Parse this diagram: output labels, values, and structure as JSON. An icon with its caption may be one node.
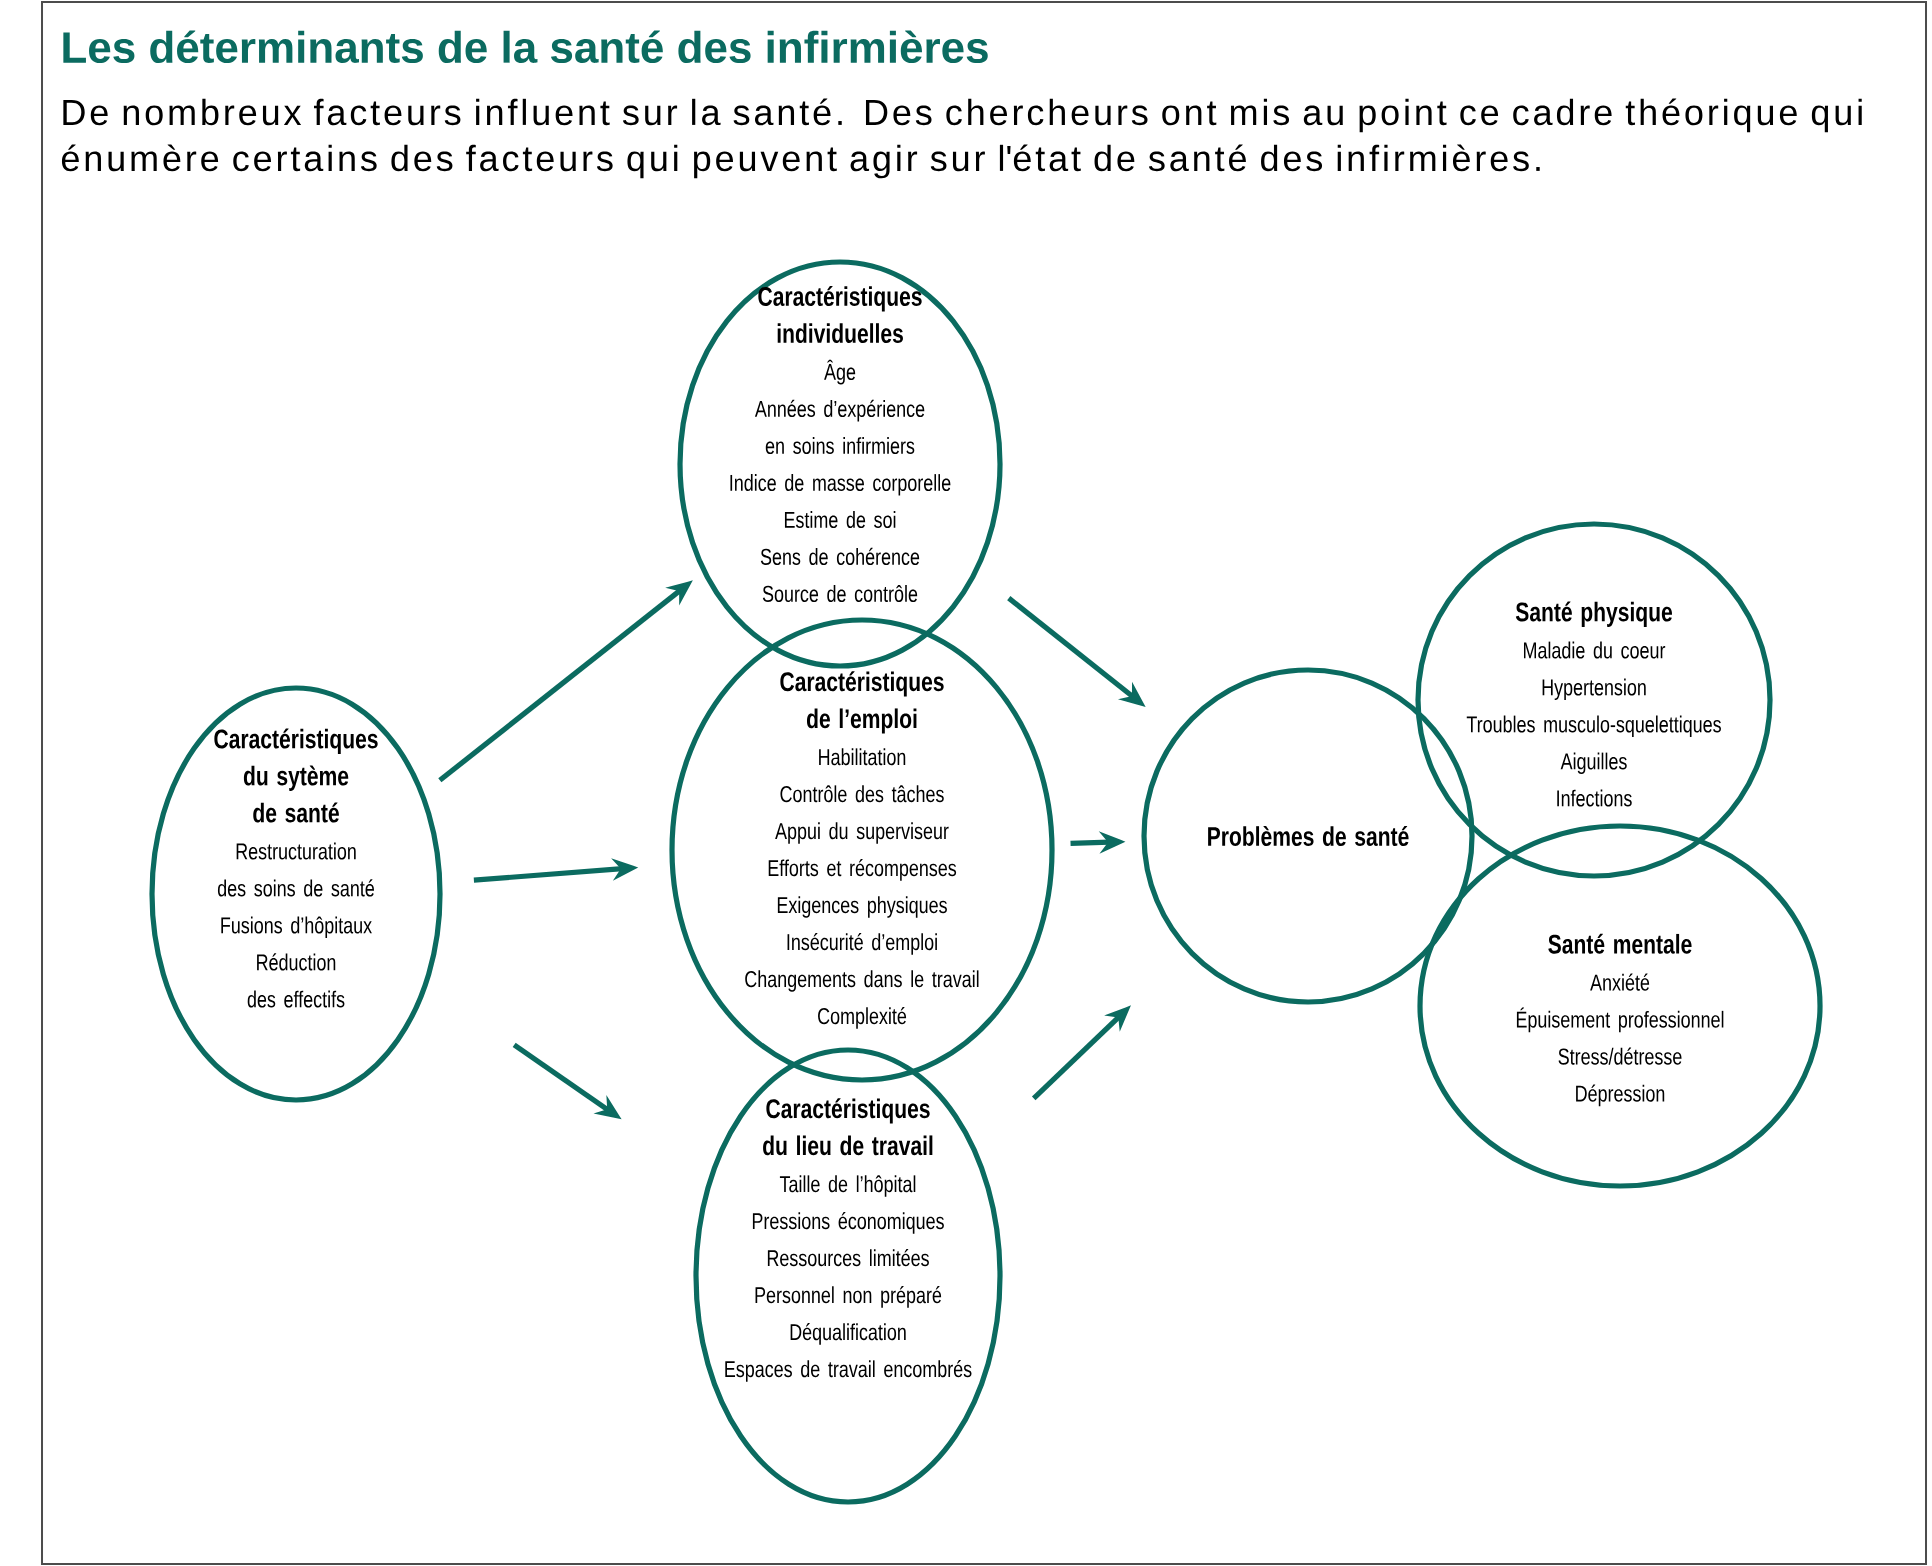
{
  "diagram": {
    "title": "Les déterminants de la santé des infirmières",
    "caption": "De nombreux facteurs influent sur la santé. Des chercheurs ont mis au point ce cadre théorique qui énumère certains des facteurs qui peuvent agir sur l'état de santé des infirmières.",
    "nodes": [
      {
        "text": [
          "Caractéristiques du sytème de santé",
          "Restructuration des soins de santé",
          "Fusions d’hôpitaux",
          "Réduction des effectifs"
        ]
      },
      {
        "text": [
          "Caractéristiques individuelles",
          "Âge",
          "Années d’expérience en soins infirmiers",
          "Indice de masse corporelle",
          "Estime de soi",
          "Sens de cohérence",
          "Source de contrôle"
        ]
      },
      {
        "text": [
          "Caractéristiques de l’emploi",
          "Habilitation",
          "Contrôle des tâches",
          "Appui du superviseur",
          "Efforts et récompenses",
          "Exigences physiques",
          "Insécurité d’emploi",
          "Changements dans le travail",
          "Complexité"
        ]
      },
      {
        "text": [
          "Caractéristiques du lieu de travail",
          "Taille de l’hôpital",
          "Pressions économiques",
          "Ressources limitées",
          "Personnel non préparé",
          "Déqualification",
          "Espaces de travail encombrés"
        ]
      },
      {
        "text": [
          "Problèmes de santé"
        ]
      },
      {
        "text": [
          "Santé physique",
          "Maladie du coeur",
          "Hypertension",
          "Troubles musculo-squelettiques",
          "Aiguilles",
          "Infections"
        ]
      },
      {
        "text": [
          "Santé mentale",
          "Anxiété",
          "Épuisement professionnel",
          "Stress/détresse",
          "Dépression"
        ]
      }
    ],
    "edges": [
      {
        "from": 0,
        "to": 1,
        "arrow": "to"
      },
      {
        "from": 0,
        "to": 2,
        "arrow": "to"
      },
      {
        "from": 0,
        "to": 3,
        "arrow": "to"
      },
      {
        "from": 1,
        "to": 4,
        "arrow": "to"
      },
      {
        "from": 2,
        "to": 4,
        "arrow": "to"
      },
      {
        "from": 3,
        "to": 4,
        "arrow": "to"
      }
    ]
  }
}
